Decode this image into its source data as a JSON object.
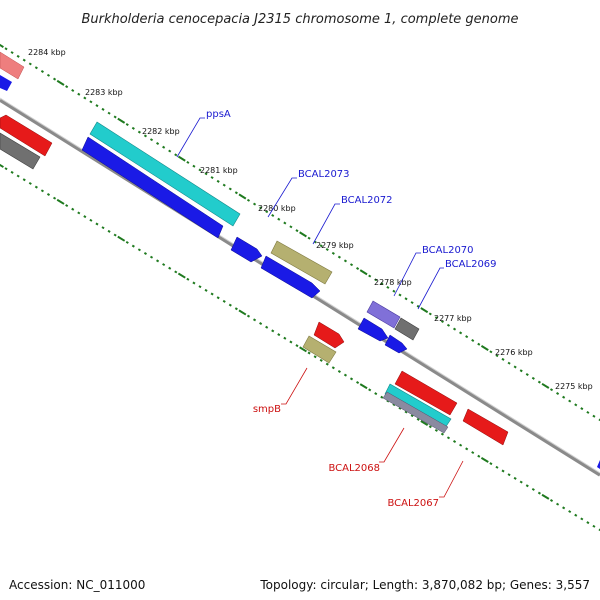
{
  "title": "Burkholderia cenocepacia J2315 chromosome 1, complete genome",
  "footer": {
    "accession": "Accession: NC_011000",
    "summary": "Topology: circular; Length: 3,870,082 bp; Genes: 3,557"
  },
  "ticks": [
    {
      "label": "2284 kbp",
      "pos": 2284
    },
    {
      "label": "2283 kbp",
      "pos": 2283
    },
    {
      "label": "2282 kbp",
      "pos": 2282
    },
    {
      "label": "2281 kbp",
      "pos": 2281
    },
    {
      "label": "2280 kbp",
      "pos": 2280
    },
    {
      "label": "2279 kbp",
      "pos": 2279
    },
    {
      "label": "2278 kbp",
      "pos": 2278
    },
    {
      "label": "2277 kbp",
      "pos": 2277
    },
    {
      "label": "2276 kbp",
      "pos": 2276
    },
    {
      "label": "2275 kbp",
      "pos": 2275
    }
  ],
  "gene_labels": [
    {
      "text": "ppsA",
      "strand": "plus"
    },
    {
      "text": "BCAL2073",
      "strand": "plus"
    },
    {
      "text": "BCAL2072",
      "strand": "plus"
    },
    {
      "text": "BCAL2070",
      "strand": "plus"
    },
    {
      "text": "BCAL2069",
      "strand": "plus"
    },
    {
      "text": "smpB",
      "strand": "minus"
    },
    {
      "text": "BCAL2068",
      "strand": "minus"
    },
    {
      "text": "BCAL2067",
      "strand": "minus"
    }
  ],
  "colors": {
    "backbone": "#8a8a8a",
    "tick": "#1f7a1f",
    "cds_plus": "#1a1ae6",
    "cds_minus": "#e61a1a",
    "feature_teal": "#22cccc",
    "feature_olive": "#b5b070",
    "feature_purple": "#8070d8",
    "feature_gray": "#707070",
    "feature_pink": "#ee7e7e"
  }
}
